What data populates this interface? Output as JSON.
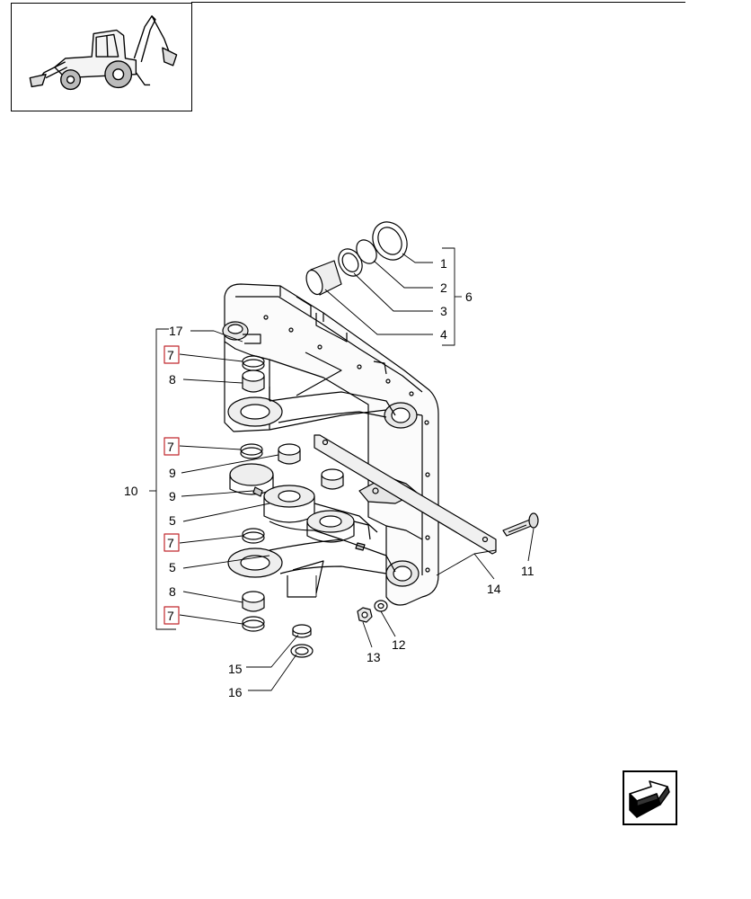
{
  "catalog": {
    "thumbnail_icon": "backhoe-loader-icon",
    "next_page_icon": "next-page-arrow-icon"
  },
  "callouts": {
    "c1": "1",
    "c2": "2",
    "c3": "3",
    "c4": "4",
    "c6": "6",
    "c17": "17",
    "c7a": "7",
    "c8a": "8",
    "c7b": "7",
    "c9a": "9",
    "c9b": "9",
    "c10": "10",
    "c5a": "5",
    "c7c": "7",
    "c5b": "5",
    "c8b": "8",
    "c7d": "7",
    "c15": "15",
    "c16": "16",
    "c13": "13",
    "c12": "12",
    "c14": "14",
    "c11": "11"
  },
  "colors": {
    "highlight_box": "#c0282d",
    "line": "#000000"
  }
}
